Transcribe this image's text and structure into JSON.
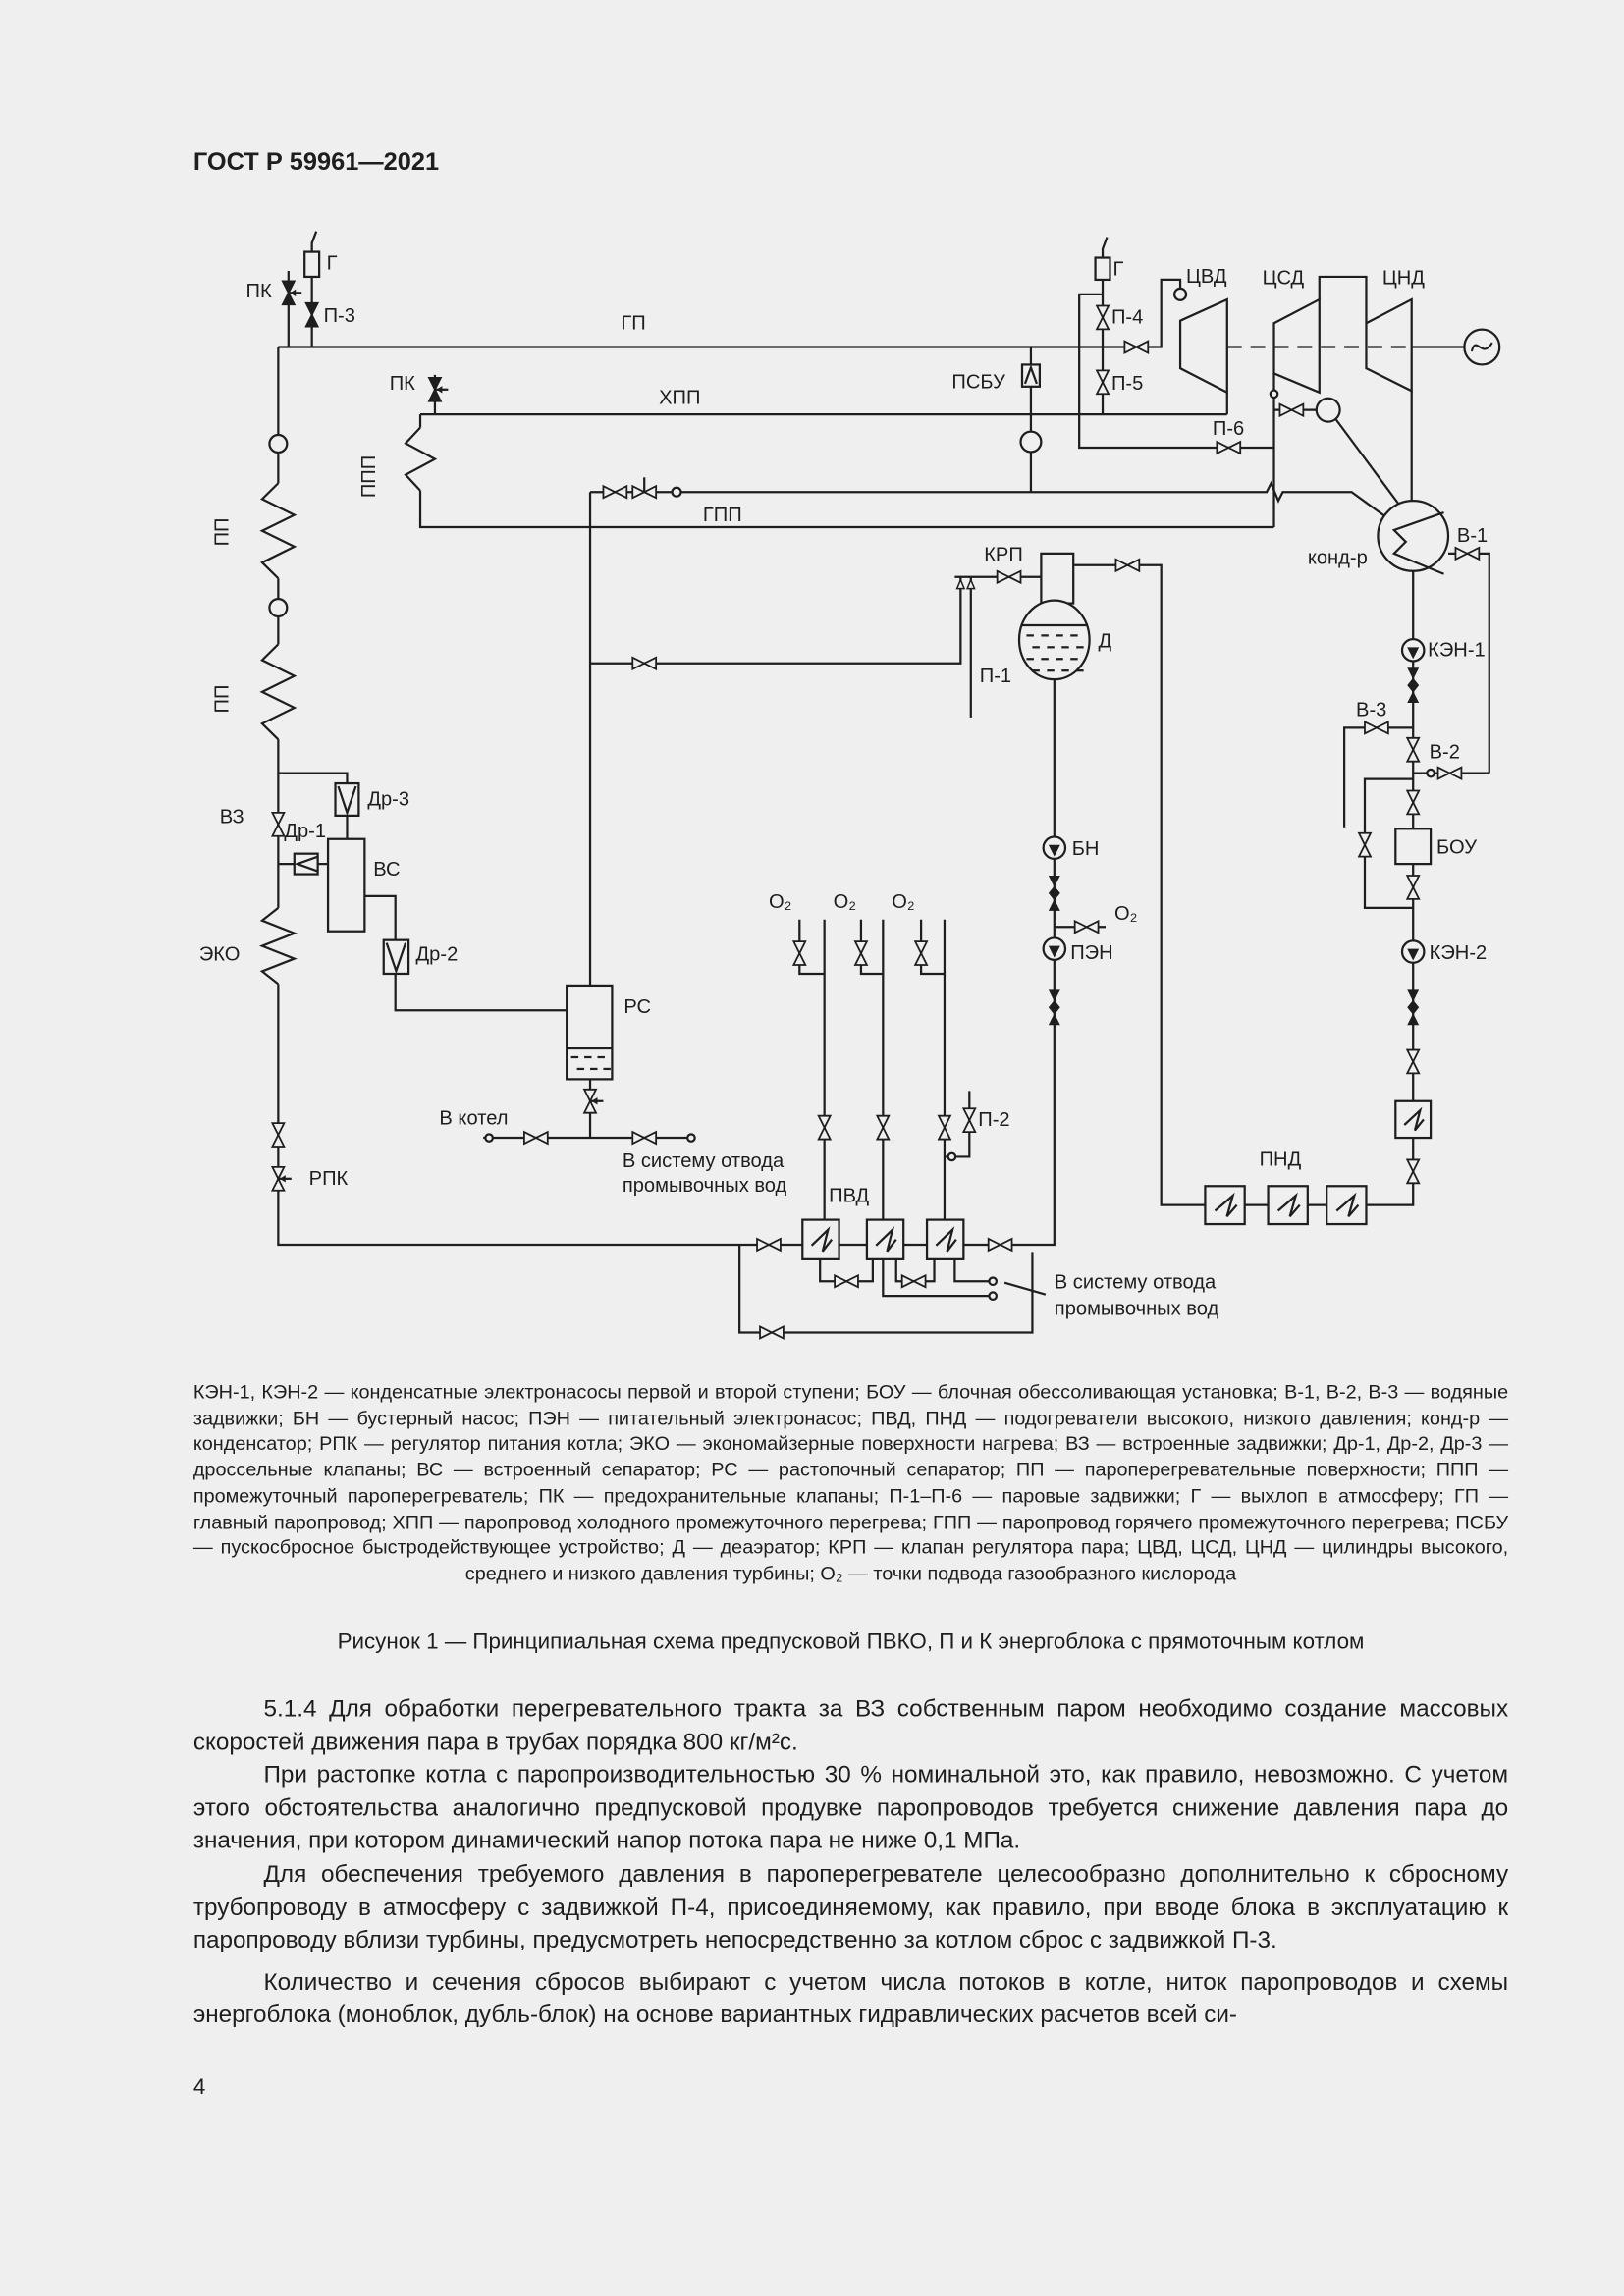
{
  "header": {
    "doc_id": "ГОСТ Р 59961—2021"
  },
  "diagram": {
    "labels": {
      "pk_top": "ПК",
      "g_left": "Г",
      "p3": "П-3",
      "gp": "ГП",
      "pk_mid": "ПК",
      "khpp": "ХПП",
      "ppp": "ППП",
      "pp1": "ПП",
      "pp2": "ПП",
      "gpp": "ГПП",
      "psbu": "ПСБУ",
      "g_right": "Г",
      "p4": "П-4",
      "p5": "П-5",
      "p6": "П-6",
      "cvd": "ЦВД",
      "csd": "ЦСД",
      "cnd": "ЦНД",
      "krp": "КРП",
      "d": "Д",
      "p1": "П-1",
      "kond": "конд-р",
      "v1": "В-1",
      "ken1": "КЭН-1",
      "v3": "В-3",
      "v2": "В-2",
      "bou": "БОУ",
      "ken2": "КЭН-2",
      "bn": "БН",
      "pen": "ПЭН",
      "o2_pen": "O₂",
      "o2_a": "O₂",
      "o2_b": "O₂",
      "o2_c": "O₂",
      "p2": "П-2",
      "pvd": "ПВД",
      "pnd": "ПНД",
      "vz": "ВЗ",
      "dr1": "Др-1",
      "dr2": "Др-2",
      "dr3": "Др-3",
      "vs": "ВС",
      "eko": "ЭКО",
      "rs": "РС",
      "rpk": "РПК",
      "v_kotel": "В котел",
      "drain1_l1": "В систему отвода",
      "drain1_l2": "промывочных вод",
      "drain2_l1": "В систему отвода",
      "drain2_l2": "промывочных вод"
    }
  },
  "legend": "КЭН-1, КЭН-2 — конденсатные электронасосы первой и второй ступени; БОУ — блочная обессоливающая установка; В-1, В-2, В-3 — водяные задвижки; БН — бустерный насос; ПЭН — питательный электронасос; ПВД, ПНД — подогреватели высокого, низкого давления; конд-р — конденсатор; РПК — регулятор питания котла; ЭКО — экономайзерные поверхности нагрева; ВЗ — встроенные задвижки; Др-1, Др-2, Др-3 — дроссельные клапаны; ВС — встроенный сепаратор; РС — растопочный сепаратор; ПП — пароперегревательные поверхности; ППП — промежуточный пароперегреватель; ПК — предохранительные клапаны; П-1–П-6 — паровые задвижки; Г — выхлоп в атмосферу; ГП — главный паропровод; ХПП — паропровод холодного промежуточного перегрева; ГПП — паропровод горячего промежуточного перегрева; ПСБУ — пускосбросное быстродействующее устройство; Д — деаэратор; КРП — клапан регулятора пара; ЦВД, ЦСД, ЦНД — цилиндры высокого, среднего и низкого давления турбины; O₂ — точки подвода газообразного кислорода",
  "caption": "Рисунок 1 — Принципиальная схема предпусковой ПВКО, П и К энергоблока с прямоточным котлом",
  "paragraphs": [
    "5.1.4 Для обработки перегревательного тракта за ВЗ собственным паром необходимо создание массовых скоростей движения пара в трубах порядка 800 кг/м²с.",
    "При растопке котла с паропроизводительностью 30 % номинальной это, как правило, невозможно. С учетом этого обстоятельства аналогично предпусковой продувке паропроводов требуется снижение давления пара до значения, при котором динамический напор потока пара не ниже 0,1 МПа.",
    "Для обеспечения требуемого давления в пароперегревателе целесообразно дополнительно к сбросному трубопроводу в атмосферу с задвижкой П-4, присоединяемому, как правило, при вводе блока в эксплуатацию к паропроводу вблизи турбины, предусмотреть непосредственно за котлом сброс с задвижкой П-3.",
    "Количество и сечения сбросов выбирают с учетом числа потоков в котле, ниток паропроводов и схемы энергоблока (моноблок, дубль-блок) на основе вариантных гидравлических расчетов всей си-"
  ],
  "page_number": "4",
  "colors": {
    "ink": "#1e1e1e",
    "paper": "#efefef"
  }
}
